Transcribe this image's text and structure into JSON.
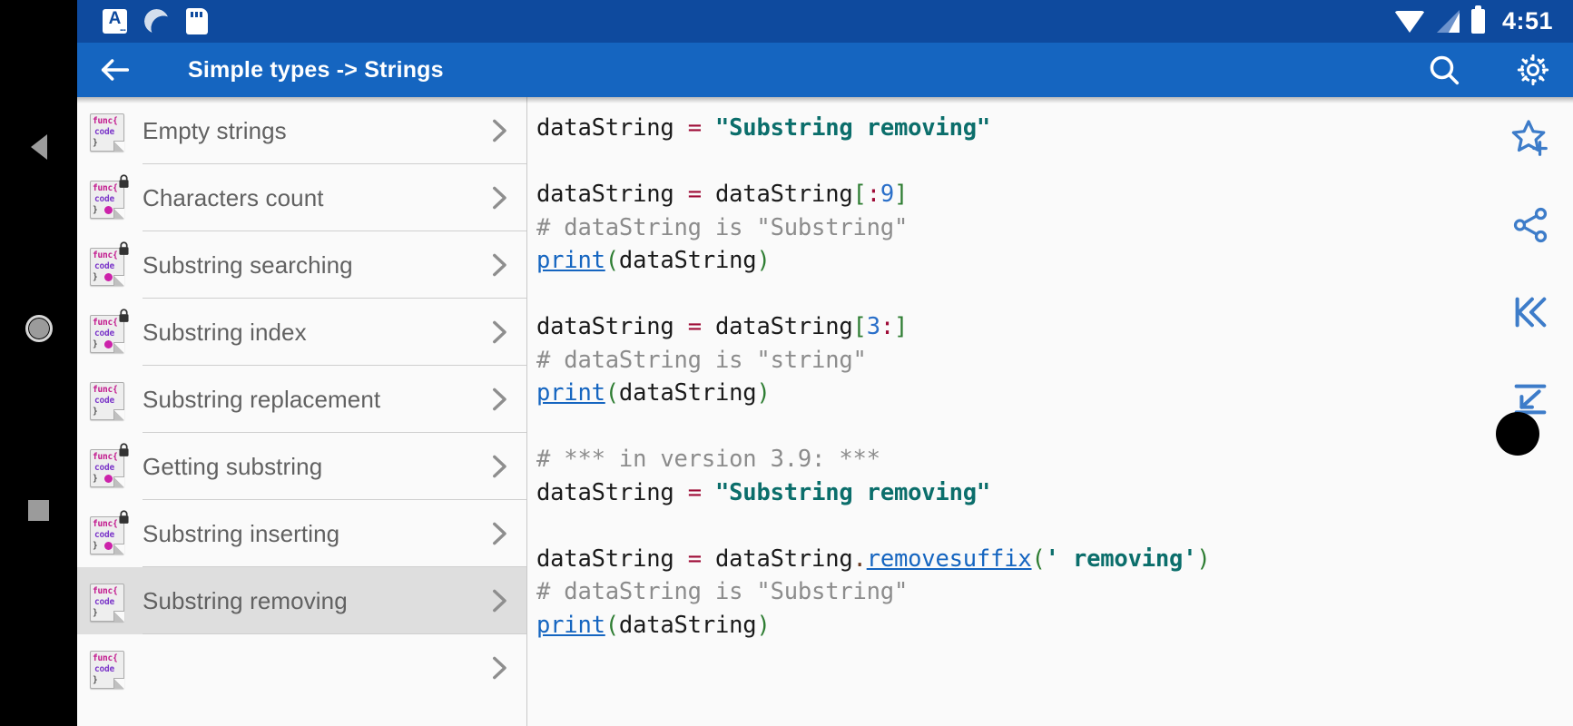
{
  "statusbar": {
    "time": "4:51",
    "left_icons": [
      "keyboard-input-icon",
      "sync-icon",
      "sd-card-icon"
    ],
    "right_icons": [
      "wifi-icon",
      "cellular-signal-icon",
      "battery-icon"
    ],
    "background": "#0e4a9e"
  },
  "appbar": {
    "title": "Simple types -> Strings",
    "back_icon": "arrow-back-icon",
    "search_icon": "search-icon",
    "settings_icon": "gear-icon",
    "background": "#1565c0"
  },
  "navbar": {
    "back_label": "Back",
    "home_label": "Home",
    "recents_label": "Recents"
  },
  "sidebar": {
    "items": [
      {
        "label": "Empty strings",
        "locked": false,
        "dot": false,
        "selected": false
      },
      {
        "label": "Characters count",
        "locked": true,
        "dot": true,
        "selected": false
      },
      {
        "label": "Substring searching",
        "locked": true,
        "dot": true,
        "selected": false
      },
      {
        "label": "Substring index",
        "locked": true,
        "dot": true,
        "selected": false
      },
      {
        "label": "Substring replacement",
        "locked": false,
        "dot": false,
        "selected": false
      },
      {
        "label": "Getting substring",
        "locked": true,
        "dot": true,
        "selected": false
      },
      {
        "label": "Substring inserting",
        "locked": true,
        "dot": true,
        "selected": false
      },
      {
        "label": "Substring removing",
        "locked": false,
        "dot": false,
        "selected": true
      },
      {
        "label": "",
        "locked": false,
        "dot": false,
        "selected": false
      }
    ],
    "icon_text": {
      "line1": "func{",
      "line2": "code",
      "line3": "}"
    },
    "chevron_icon": "chevron-right-icon"
  },
  "code": {
    "language": "python",
    "lines": [
      [
        {
          "t": "dataString ",
          "c": ""
        },
        {
          "t": "=",
          "c": "c-op"
        },
        {
          "t": " ",
          "c": ""
        },
        {
          "t": "\"Substring removing\"",
          "c": "c-str"
        }
      ],
      [
        {
          "t": "",
          "c": ""
        }
      ],
      [
        {
          "t": "dataString ",
          "c": ""
        },
        {
          "t": "=",
          "c": "c-op"
        },
        {
          "t": " dataString",
          "c": ""
        },
        {
          "t": "[",
          "c": "c-brk"
        },
        {
          "t": ":",
          "c": "c-op"
        },
        {
          "t": "9",
          "c": "c-num"
        },
        {
          "t": "]",
          "c": "c-brk"
        }
      ],
      [
        {
          "t": "# dataString is \"Substring\"",
          "c": "c-cmt"
        }
      ],
      [
        {
          "t": "print",
          "c": "c-fn"
        },
        {
          "t": "(",
          "c": "c-brk"
        },
        {
          "t": "dataString",
          "c": ""
        },
        {
          "t": ")",
          "c": "c-brk"
        }
      ],
      [
        {
          "t": "",
          "c": ""
        }
      ],
      [
        {
          "t": "dataString ",
          "c": ""
        },
        {
          "t": "=",
          "c": "c-op"
        },
        {
          "t": " dataString",
          "c": ""
        },
        {
          "t": "[",
          "c": "c-brk"
        },
        {
          "t": "3",
          "c": "c-num"
        },
        {
          "t": ":",
          "c": "c-op"
        },
        {
          "t": "]",
          "c": "c-brk"
        }
      ],
      [
        {
          "t": "# dataString is \"string\"",
          "c": "c-cmt"
        }
      ],
      [
        {
          "t": "print",
          "c": "c-fn"
        },
        {
          "t": "(",
          "c": "c-brk"
        },
        {
          "t": "dataString",
          "c": ""
        },
        {
          "t": ")",
          "c": "c-brk"
        }
      ],
      [
        {
          "t": "",
          "c": ""
        }
      ],
      [
        {
          "t": "# *** in version 3.9: ***",
          "c": "c-cmt"
        }
      ],
      [
        {
          "t": "dataString ",
          "c": ""
        },
        {
          "t": "=",
          "c": "c-op"
        },
        {
          "t": " ",
          "c": ""
        },
        {
          "t": "\"Substring removing\"",
          "c": "c-str"
        }
      ],
      [
        {
          "t": "",
          "c": ""
        }
      ],
      [
        {
          "t": "dataString ",
          "c": ""
        },
        {
          "t": "=",
          "c": "c-op"
        },
        {
          "t": " dataString",
          "c": ""
        },
        {
          "t": ".",
          "c": "c-dot"
        },
        {
          "t": "removesuffix",
          "c": "c-fn"
        },
        {
          "t": "(",
          "c": "c-brk"
        },
        {
          "t": "' removing'",
          "c": "c-str"
        },
        {
          "t": ")",
          "c": "c-brk"
        }
      ],
      [
        {
          "t": "# dataString is \"Substring\"",
          "c": "c-cmt"
        }
      ],
      [
        {
          "t": "print",
          "c": "c-fn"
        },
        {
          "t": "(",
          "c": "c-brk"
        },
        {
          "t": "dataString",
          "c": ""
        },
        {
          "t": ")",
          "c": "c-brk"
        }
      ]
    ]
  },
  "rail": {
    "items": [
      {
        "icon": "star-add-icon"
      },
      {
        "icon": "share-icon"
      },
      {
        "icon": "skip-to-start-icon"
      },
      {
        "icon": "collapse-lines-icon"
      }
    ],
    "color": "#3d7cc9"
  },
  "overlay": {
    "touch_indicator": "touch-point-indicator"
  }
}
